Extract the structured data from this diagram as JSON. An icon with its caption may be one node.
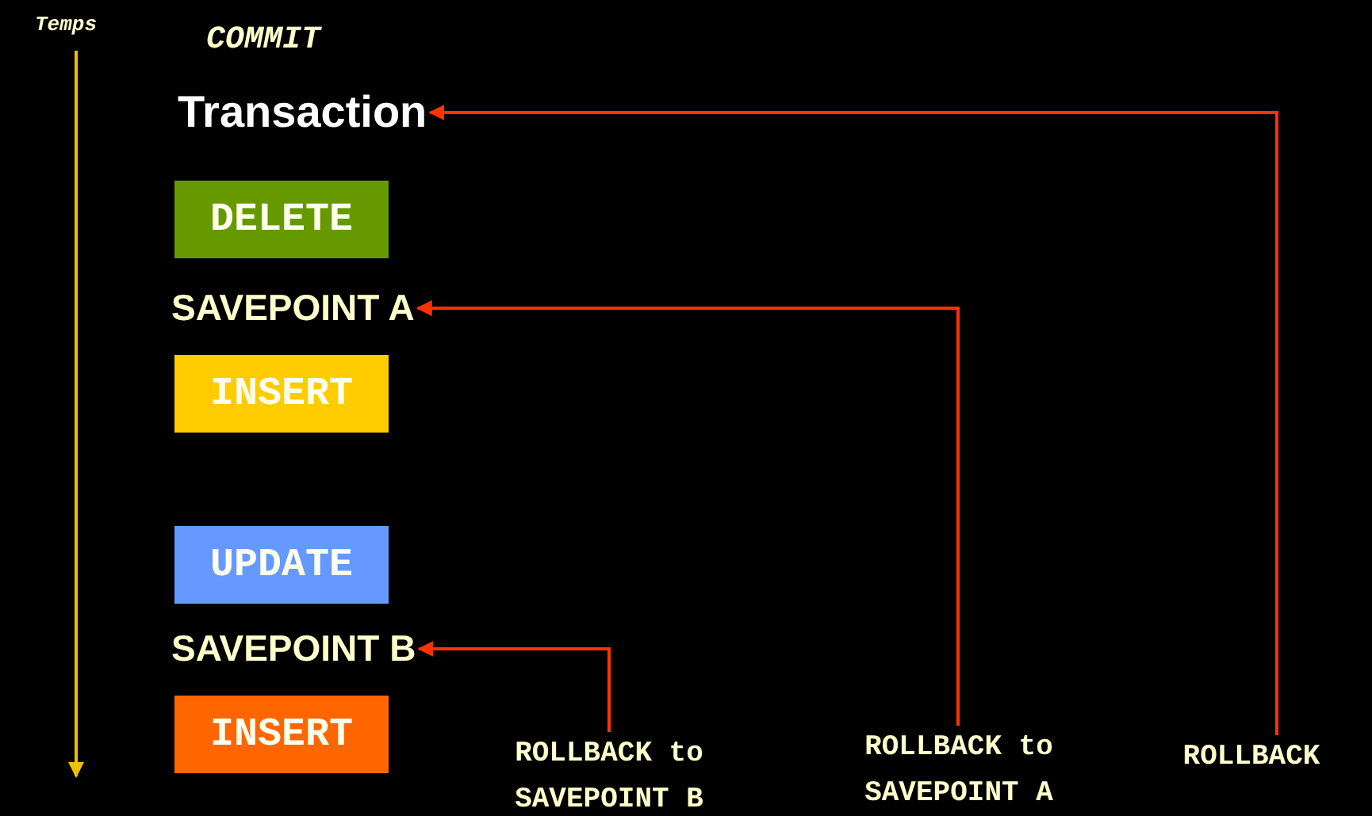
{
  "diagram": {
    "nodes": [
      {
        "text": [
          "Transaction"
        ]
      },
      {
        "text": [
          "DELETE"
        ]
      },
      {
        "text": [
          "SAVEPOINT A"
        ]
      },
      {
        "text": [
          "INSERT"
        ]
      },
      {
        "text": [
          "UPDATE"
        ]
      },
      {
        "text": [
          "SAVEPOINT B"
        ]
      },
      {
        "text": [
          "INSERT"
        ]
      },
      {
        "text": [
          "ROLLBACK to SAVEPOINT B"
        ]
      },
      {
        "text": [
          "ROLLBACK to SAVEPOINT A"
        ]
      },
      {
        "text": [
          "ROLLBACK"
        ]
      }
    ],
    "edges": [
      {
        "from": 7,
        "to": 5,
        "arrow": "to"
      },
      {
        "from": 8,
        "to": 2,
        "arrow": "to"
      },
      {
        "from": 9,
        "to": 0,
        "arrow": "to"
      }
    ],
    "labels": [
      "Temps",
      "COMMIT"
    ]
  }
}
